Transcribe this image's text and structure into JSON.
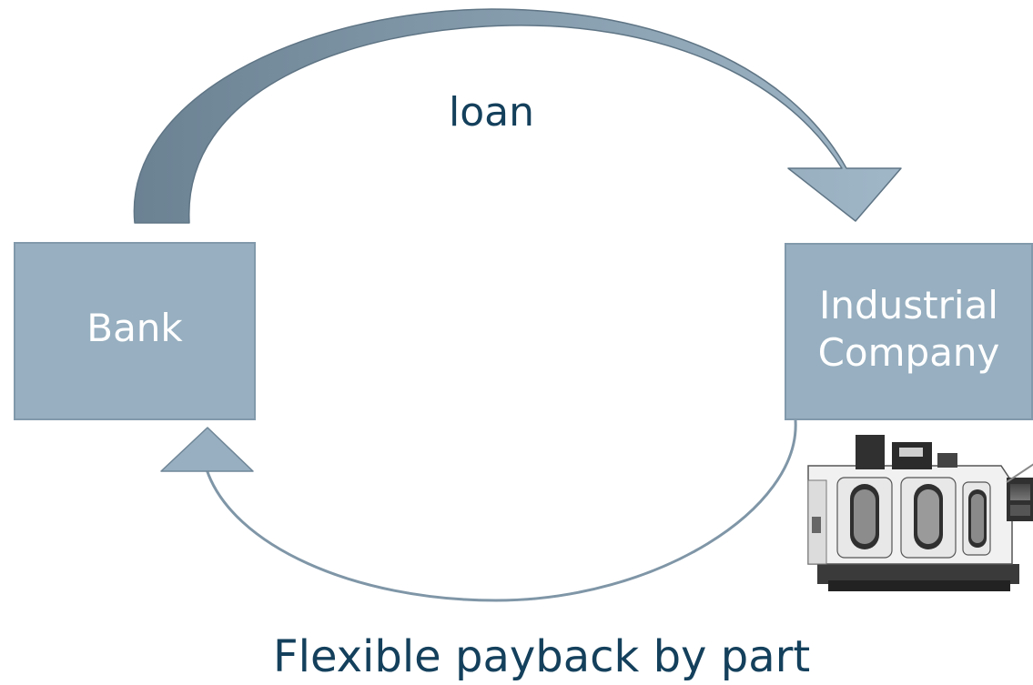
{
  "nodes": {
    "bank": {
      "label": "Bank"
    },
    "company": {
      "line1": "Industrial",
      "line2": "Company"
    }
  },
  "edges": {
    "loan": {
      "label": "loan"
    },
    "payback": {
      "label": "Flexible payback by part"
    }
  },
  "image": {
    "icon": "cnc-machine-icon"
  },
  "colors": {
    "box_fill": "#97afc0",
    "box_border": "#8199ab",
    "arrow_dark": "#6b8293",
    "arrow_light": "#9cb3c4",
    "text_dark": "#14405c",
    "box_text": "#ffffff"
  }
}
